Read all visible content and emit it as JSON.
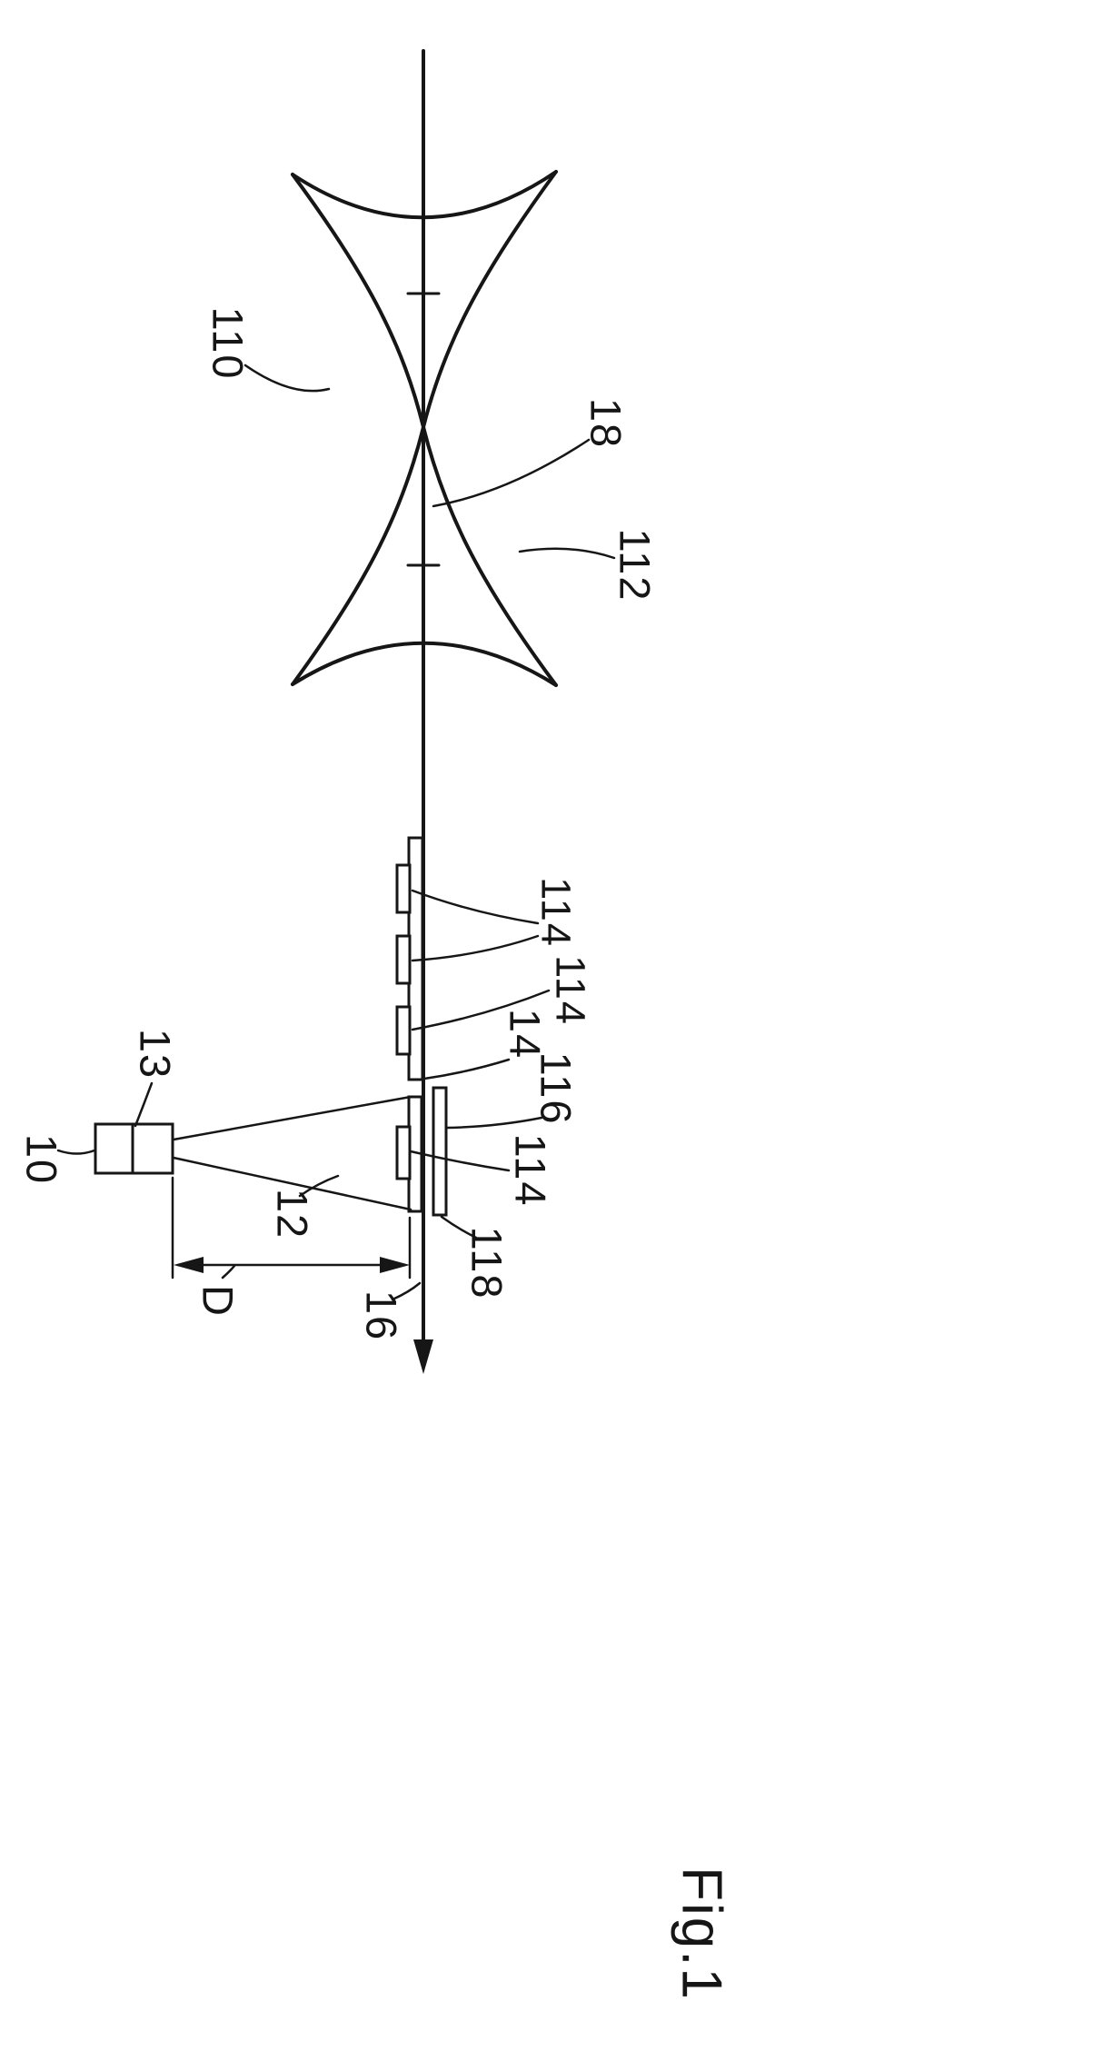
{
  "figure": {
    "title": "Fig.1",
    "type": "patent-line-drawing",
    "colors": {
      "ink": "#161616",
      "paper": "#ffffff"
    },
    "labels": {
      "ref_110": "110",
      "ref_18": "18",
      "ref_112": "112",
      "ref_114_a": "114",
      "ref_114_b": "114",
      "ref_114_c": "114",
      "ref_14": "14",
      "ref_116": "116",
      "ref_118": "118",
      "ref_12": "12",
      "ref_13": "13",
      "ref_10": "10",
      "ref_D": "D",
      "ref_16": "16"
    }
  }
}
